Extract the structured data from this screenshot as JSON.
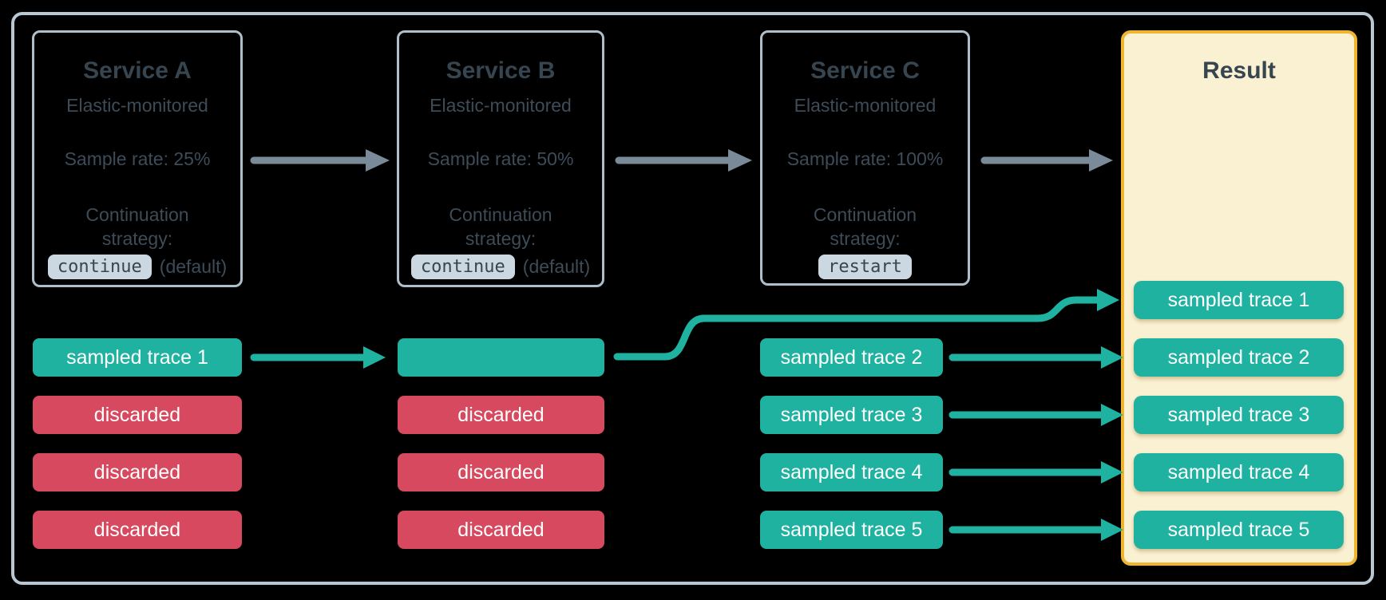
{
  "colors": {
    "background": "#000000",
    "frame-border": "#b9c7d3",
    "service-border": "#aebfcc",
    "ink": "#36454f",
    "ink-soft": "#3d4c58",
    "chip-bg": "#ccd8e1",
    "teal": "#1fb2a0",
    "red": "#d6495f",
    "result-bg": "#faf0d2",
    "result-border": "#f0b52f",
    "arrow-gray": "#7a8a99",
    "badge-text": "#ffffff"
  },
  "services": [
    {
      "title": "Service A",
      "subtitle": "Elastic-monitored",
      "sample_rate": "Sample rate: 25%",
      "strategy_line1": "Continuation",
      "strategy_line2": "strategy:",
      "strategy_value": "continue",
      "strategy_suffix": "(default)"
    },
    {
      "title": "Service B",
      "subtitle": "Elastic-monitored",
      "sample_rate": "Sample rate: 50%",
      "strategy_line1": "Continuation",
      "strategy_line2": "strategy:",
      "strategy_value": "continue",
      "strategy_suffix": "(default)"
    },
    {
      "title": "Service C",
      "subtitle": "Elastic-monitored",
      "sample_rate": "Sample rate: 100%",
      "strategy_line1": "Continuation",
      "strategy_line2": "strategy:",
      "strategy_value": "restart",
      "strategy_suffix": ""
    }
  ],
  "result": {
    "title": "Result",
    "badges": [
      {
        "label": "sampled trace 1",
        "status": "sampled"
      },
      {
        "label": "sampled trace 2",
        "status": "sampled"
      },
      {
        "label": "sampled trace 3",
        "status": "sampled"
      },
      {
        "label": "sampled trace 4",
        "status": "sampled"
      },
      {
        "label": "sampled trace 5",
        "status": "sampled"
      }
    ]
  },
  "lanes": {
    "service_a": [
      {
        "label": "sampled trace 1",
        "status": "sampled"
      },
      {
        "label": "discarded",
        "status": "discarded"
      },
      {
        "label": "discarded",
        "status": "discarded"
      },
      {
        "label": "discarded",
        "status": "discarded"
      }
    ],
    "service_b": [
      {
        "label": "",
        "status": "sampled"
      },
      {
        "label": "discarded",
        "status": "discarded"
      },
      {
        "label": "discarded",
        "status": "discarded"
      },
      {
        "label": "discarded",
        "status": "discarded"
      }
    ],
    "service_c": [
      {
        "label": "sampled trace 2",
        "status": "sampled"
      },
      {
        "label": "sampled trace 3",
        "status": "sampled"
      },
      {
        "label": "sampled trace 4",
        "status": "sampled"
      },
      {
        "label": "sampled trace 5",
        "status": "sampled"
      }
    ]
  }
}
